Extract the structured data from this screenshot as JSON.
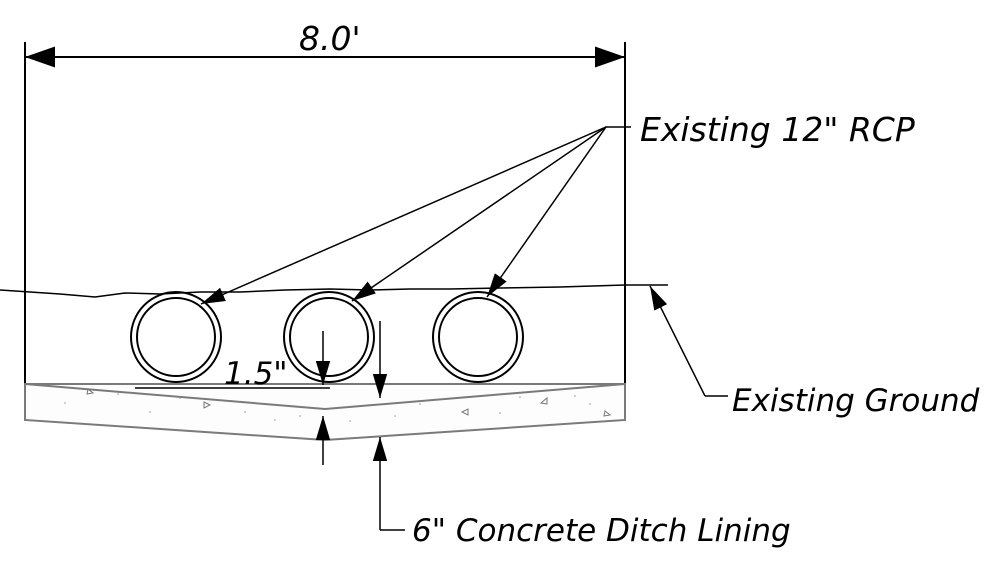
{
  "labels": {
    "width_dimension": "8.0'",
    "pipe_callout": "Existing 12\" RCP",
    "ground_callout": "Existing Ground",
    "clearance_dimension": "1.5\"",
    "lining_callout": "6\" Concrete Ditch Lining"
  },
  "pipes": [
    {
      "id": "pipe-1"
    },
    {
      "id": "pipe-2"
    },
    {
      "id": "pipe-3"
    }
  ],
  "colors": {
    "line": "#000000",
    "concrete_outline": "#7a7a7a",
    "concrete_fill": "#fdfdfd",
    "background": "#ffffff"
  }
}
